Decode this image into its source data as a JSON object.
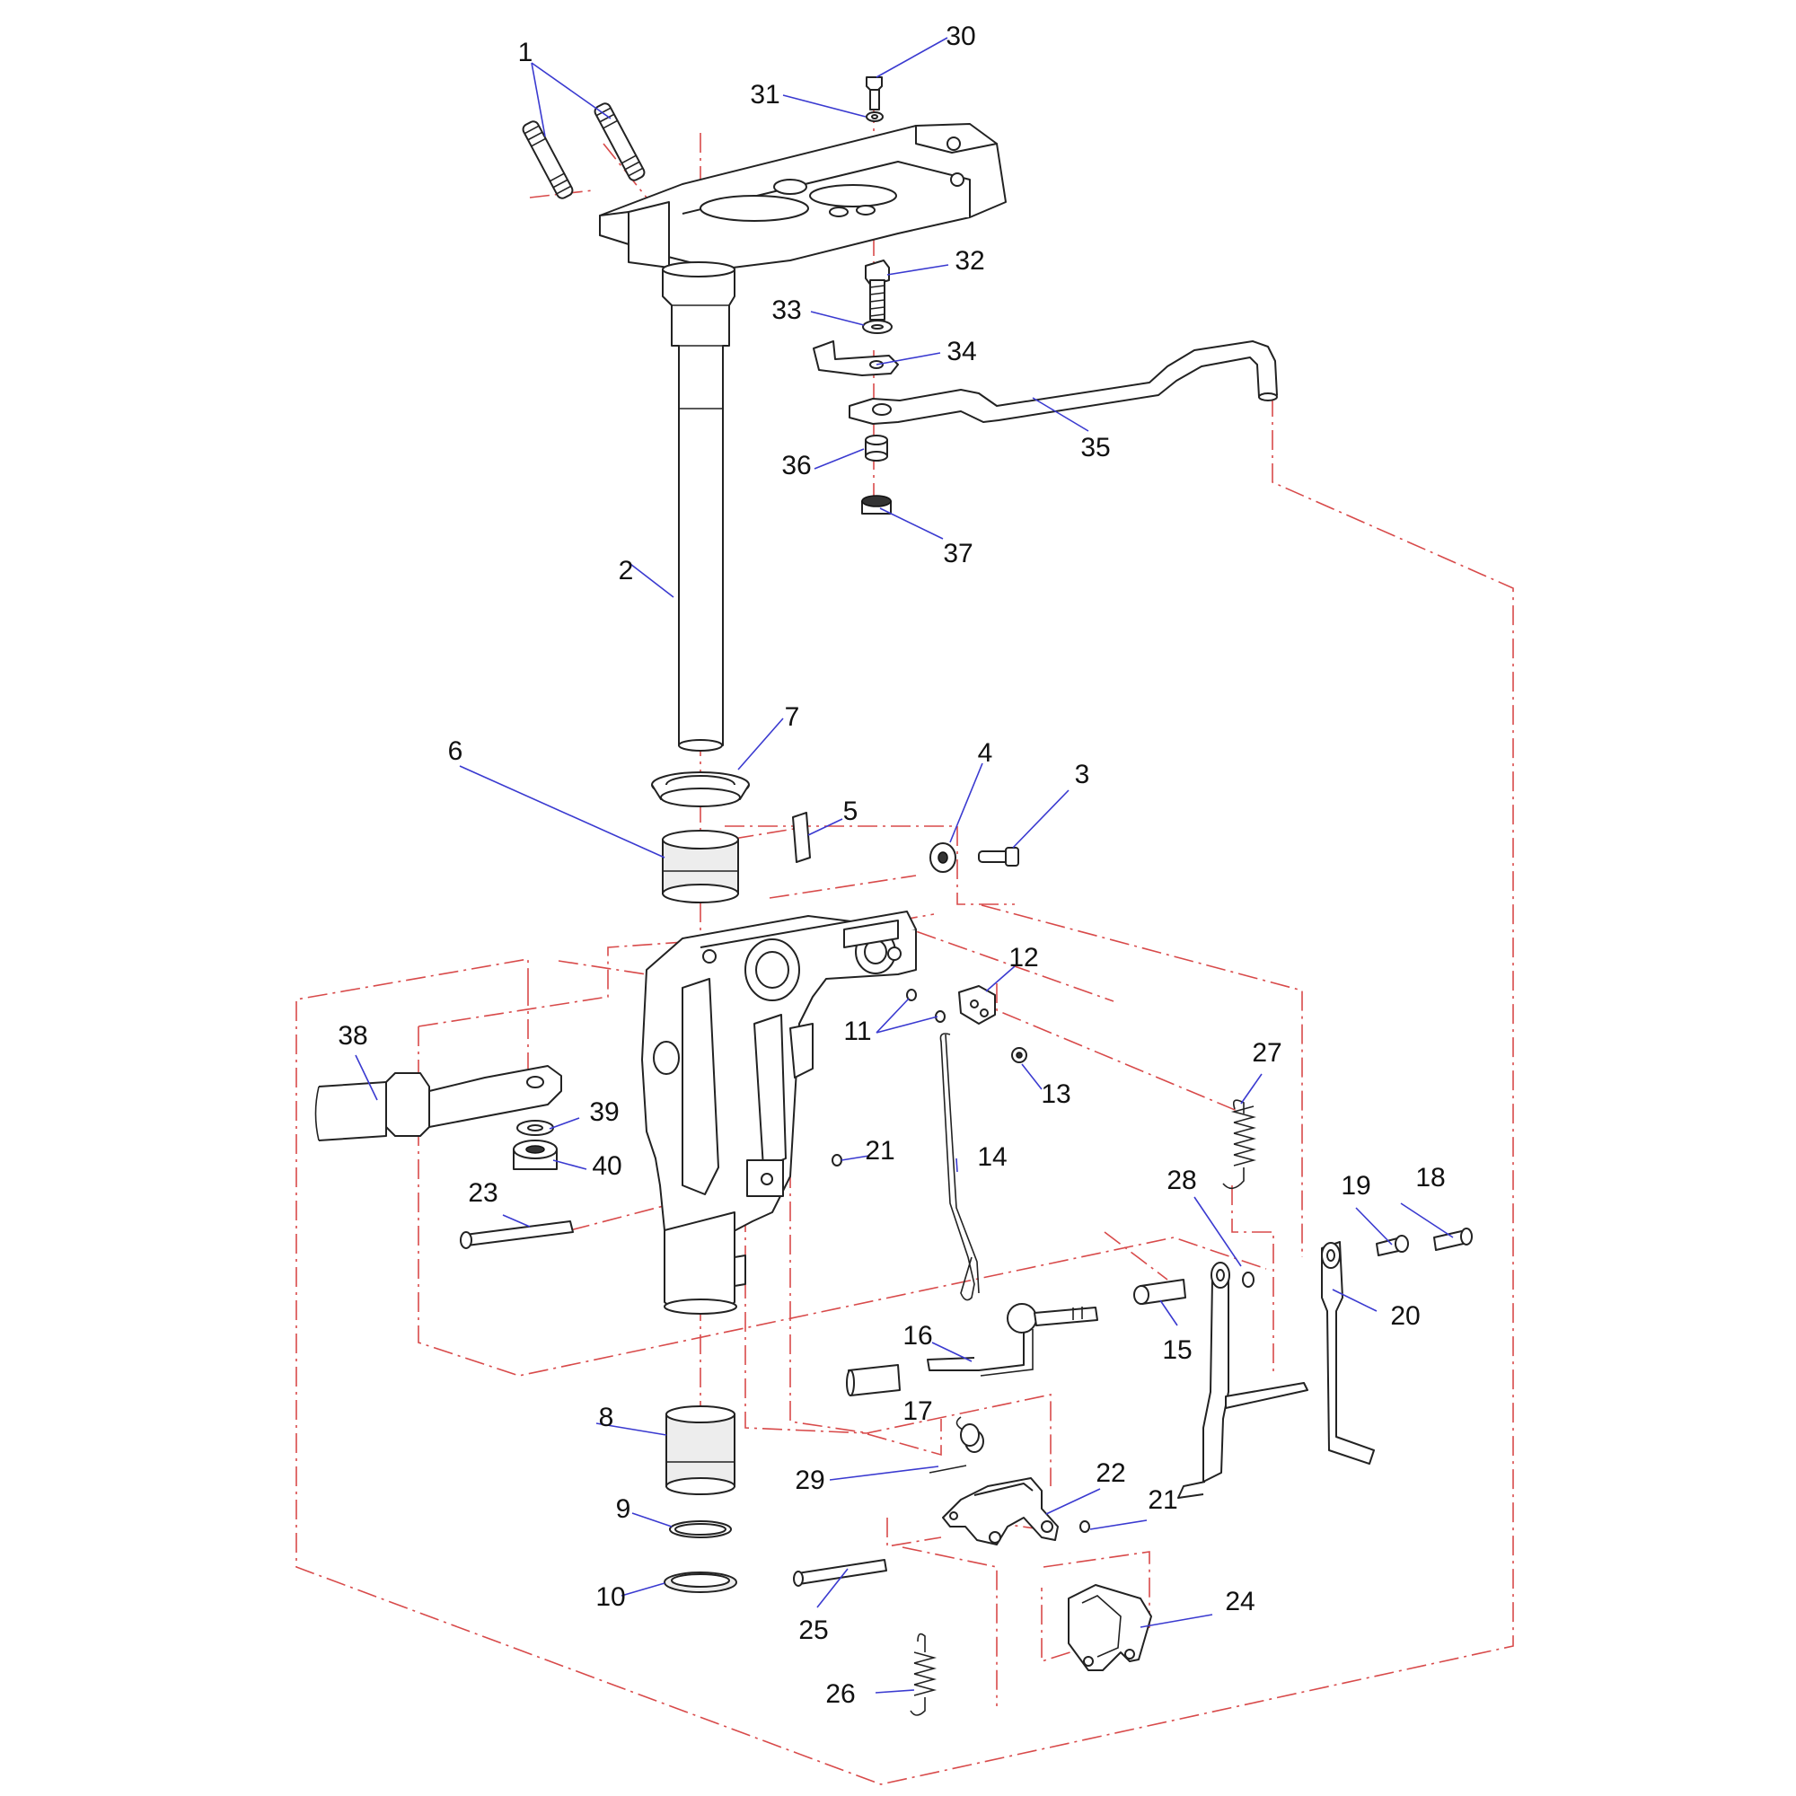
{
  "diagram": {
    "callouts": [
      {
        "num": "1"
      },
      {
        "num": "2"
      },
      {
        "num": "3"
      },
      {
        "num": "4"
      },
      {
        "num": "5"
      },
      {
        "num": "6"
      },
      {
        "num": "7"
      },
      {
        "num": "8"
      },
      {
        "num": "9"
      },
      {
        "num": "10"
      },
      {
        "num": "11"
      },
      {
        "num": "12"
      },
      {
        "num": "13"
      },
      {
        "num": "14"
      },
      {
        "num": "15"
      },
      {
        "num": "16"
      },
      {
        "num": "17"
      },
      {
        "num": "18"
      },
      {
        "num": "19"
      },
      {
        "num": "20"
      },
      {
        "num": "21"
      },
      {
        "num": "21"
      },
      {
        "num": "22"
      },
      {
        "num": "23"
      },
      {
        "num": "24"
      },
      {
        "num": "25"
      },
      {
        "num": "26"
      },
      {
        "num": "27"
      },
      {
        "num": "28"
      },
      {
        "num": "29"
      },
      {
        "num": "30"
      },
      {
        "num": "31"
      },
      {
        "num": "32"
      },
      {
        "num": "33"
      },
      {
        "num": "34"
      },
      {
        "num": "35"
      },
      {
        "num": "36"
      },
      {
        "num": "37"
      },
      {
        "num": "38"
      },
      {
        "num": "39"
      },
      {
        "num": "40"
      }
    ]
  }
}
